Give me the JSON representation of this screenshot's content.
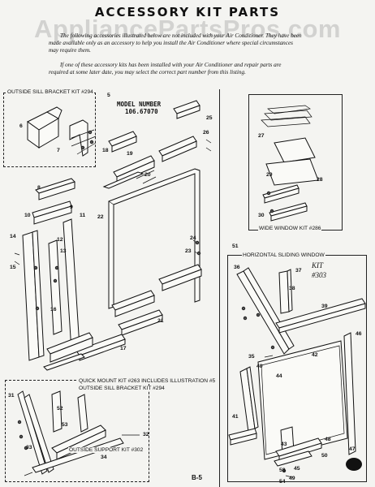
{
  "title": "ACCESSORY KIT PARTS",
  "watermark": "AppliancePartsPros.com",
  "intro": {
    "p1": "The following accessories illustrated below are not included with your Air Conditioner. They have been made available only as an accessory to help you install the Air Conditioner where special circumstances may require them.",
    "p2": "If one of these accessory kits has been installed with your Air Conditioner and repair parts are required at some later date, you may select the correct part number from this listing."
  },
  "model": {
    "label": "MODEL NUMBER",
    "number": "106.67070"
  },
  "kits": {
    "outside_sill_top": "OUTSIDE SILL BRACKET KIT #294",
    "wide_window": "WIDE WINDOW KIT #286",
    "horizontal_sliding": "HORIZONTAL SLIDING WINDOW",
    "horizontal_kit": "KIT",
    "horizontal_kit_no": "#303",
    "quick_mount": "QUICK MOUNT KIT #263 INCLUDES ILLUSTRATION #5",
    "outside_sill_bottom": "OUTSIDE SILL BRACKET KIT #294",
    "outside_support": "OUTSIDE SUPPORT KIT #302"
  },
  "part_numbers": {
    "n5": "5",
    "n6": "6",
    "n7": "7",
    "n8": "8",
    "n9": "9",
    "n10": "10",
    "n11": "11",
    "n12": "12",
    "n13": "13",
    "n14": "14",
    "n15": "15",
    "n16": "16",
    "n17": "17",
    "n18": "18",
    "n19": "19",
    "n20": "20",
    "n21": "21",
    "n22": "22",
    "n23": "23",
    "n24": "24",
    "n25": "25",
    "n26": "26",
    "n27": "27",
    "n28": "28",
    "n29": "29",
    "n30": "30",
    "n31": "31",
    "n32": "32",
    "n33": "33",
    "n34": "34",
    "n35": "35",
    "n36": "36",
    "n37": "37",
    "n38": "38",
    "n39": "39",
    "n40": "40",
    "n41": "41",
    "n42": "42",
    "n43": "43",
    "n44": "44",
    "n45": "45",
    "n46": "46",
    "n47": "47",
    "n48": "48",
    "n49": "49",
    "n50": "50",
    "n51": "51",
    "n52": "52",
    "n53": "53",
    "n54": "54",
    "n58": "58"
  },
  "page_number": "B-5"
}
